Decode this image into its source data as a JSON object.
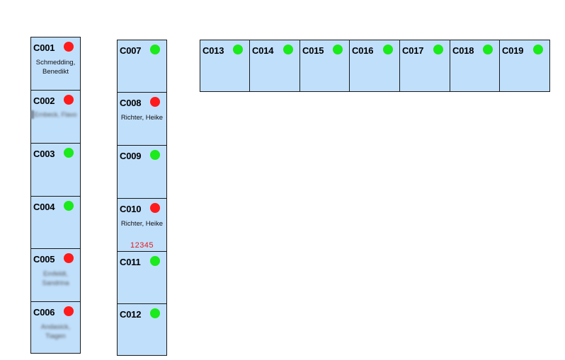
{
  "colors": {
    "room_fill": "#c0dffb",
    "occupied": "#ff1b1b",
    "free": "#1bea1b",
    "booking_code": "#e21b1b"
  },
  "rooms": [
    {
      "id": "C001",
      "status": "occupied",
      "occupant": "Schmedding, Benedikt"
    },
    {
      "id": "C002",
      "status": "occupied",
      "occupant": "Ernbeck, Flavo"
    },
    {
      "id": "C003",
      "status": "free"
    },
    {
      "id": "C004",
      "status": "free"
    },
    {
      "id": "C005",
      "status": "occupied",
      "occupant": "Emfeldt, Sandrina"
    },
    {
      "id": "C006",
      "status": "occupied",
      "occupant": "Andasick, Tiagen"
    },
    {
      "id": "C007",
      "status": "free"
    },
    {
      "id": "C008",
      "status": "occupied",
      "occupant": "Richter, Heike"
    },
    {
      "id": "C009",
      "status": "free"
    },
    {
      "id": "C010",
      "status": "occupied",
      "occupant": "Richter, Heike",
      "code": "12345"
    },
    {
      "id": "C011",
      "status": "free"
    },
    {
      "id": "C012",
      "status": "free"
    },
    {
      "id": "C013",
      "status": "free"
    },
    {
      "id": "C014",
      "status": "free"
    },
    {
      "id": "C015",
      "status": "free"
    },
    {
      "id": "C016",
      "status": "free"
    },
    {
      "id": "C017",
      "status": "free"
    },
    {
      "id": "C018",
      "status": "free"
    },
    {
      "id": "C019",
      "status": "free"
    }
  ]
}
